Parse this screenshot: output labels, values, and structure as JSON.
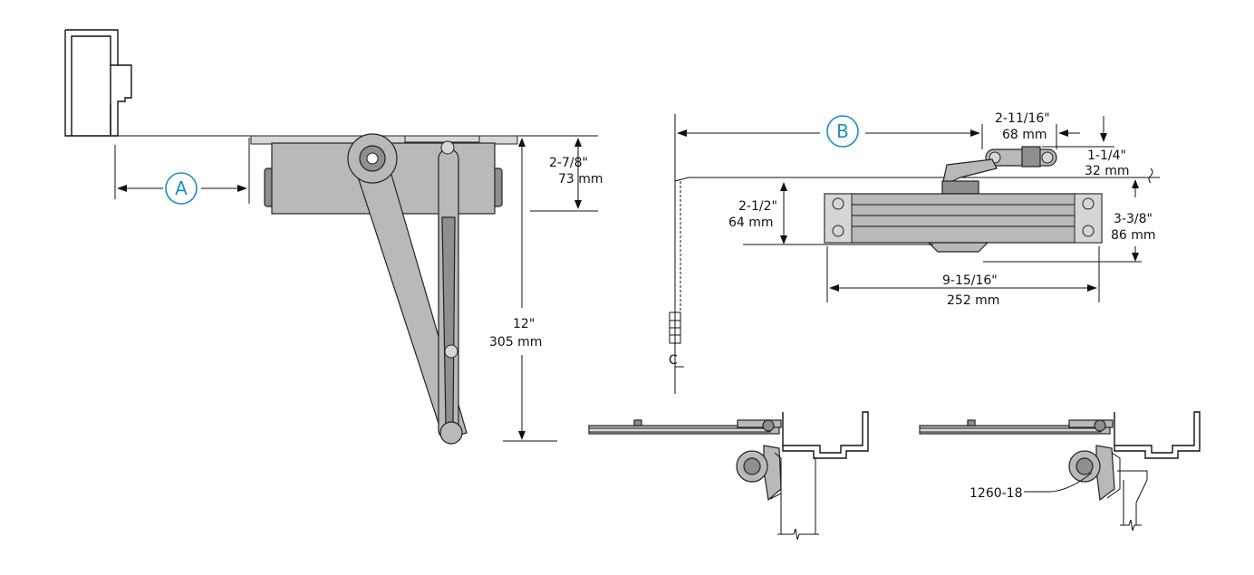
{
  "callouts": {
    "a": "A",
    "b": "B"
  },
  "dimensions": {
    "depth_in": "2-7/8\"",
    "depth_mm": "73 mm",
    "arm_in": "12\"",
    "arm_mm": "305 mm",
    "shoe_in": "2-11/16\"",
    "shoe_mm": "68 mm",
    "shoe_h_in": "1-1/4\"",
    "shoe_h_mm": "32 mm",
    "body_top_in": "2-1/2\"",
    "body_top_mm": "64 mm",
    "body_h_in": "3-3/8\"",
    "body_h_mm": "86 mm",
    "length_in": "9-15/16\"",
    "length_mm": "252 mm"
  },
  "labels": {
    "centerline": "C",
    "bracket_part": "1260-18"
  },
  "colors": {
    "callout": "#1a8fc3",
    "metal": "#b9b9b9",
    "line": "#111111"
  }
}
